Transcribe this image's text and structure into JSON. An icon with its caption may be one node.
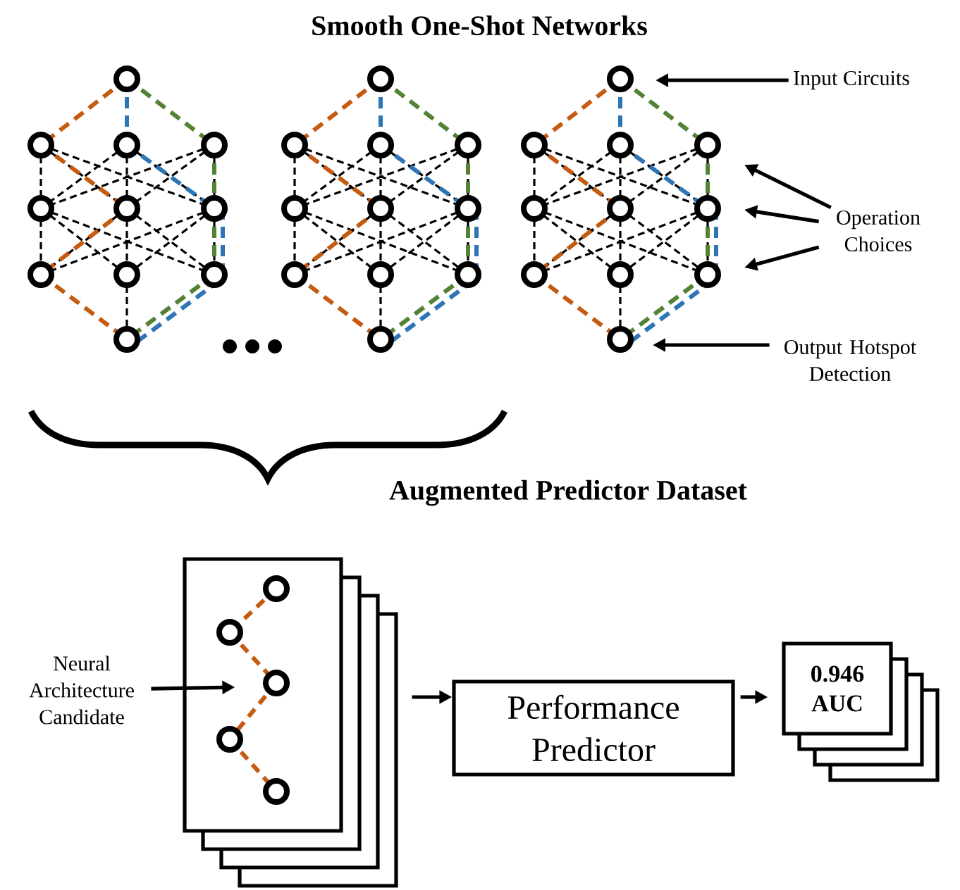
{
  "diagram": {
    "title": "Smooth One-Shot Networks",
    "nodes": [
      {
        "text": [
          "Input Circuits"
        ]
      },
      {
        "text": [
          "Operation Choices"
        ]
      },
      {
        "text": [
          "Output Hotspot Detection"
        ]
      },
      {
        "text": [],
        "shape": "box"
      },
      {
        "text": [
          "Neural Architecture Candidate"
        ]
      },
      {
        "text": [
          "Performance Predictor"
        ]
      },
      {
        "text": [
          "0.946 AUC"
        ]
      }
    ],
    "edges": [
      {
        "from": 0,
        "to": null,
        "arrow": "to"
      },
      {
        "from": 1,
        "to": null,
        "arrow": "to"
      },
      {
        "from": 1,
        "to": null,
        "arrow": "to"
      },
      {
        "from": 1,
        "to": null,
        "arrow": "to"
      },
      {
        "from": 2,
        "to": null,
        "arrow": "to"
      },
      {
        "from": 4,
        "to": 3,
        "arrow": "to"
      },
      {
        "from": 3,
        "to": 5,
        "arrow": "to"
      },
      {
        "from": 5,
        "to": 6,
        "arrow": "to"
      }
    ],
    "labels": [
      "Augmented Predictor Dataset"
    ]
  }
}
